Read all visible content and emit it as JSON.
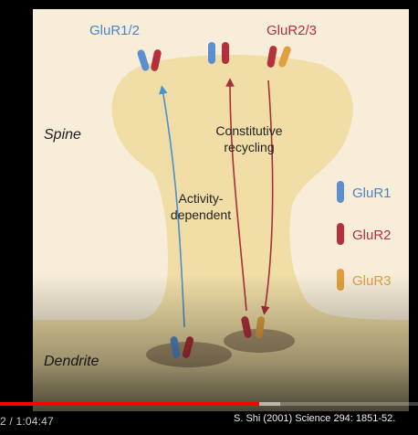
{
  "figure": {
    "label_glur12": "GluR1/2",
    "label_glur23": "GluR2/3",
    "label_spine": "Spine",
    "label_dendrite": "Dendrite",
    "label_constitutive_1": "Constitutive",
    "label_constitutive_2": "recycling",
    "label_activity_1": "Activity-",
    "label_activity_2": "dependent",
    "legend": [
      {
        "label": "GluR1",
        "color": "#5b8fcf"
      },
      {
        "label": "GluR2",
        "color": "#b5303a"
      },
      {
        "label": "GluR3",
        "color": "#e0a040"
      }
    ],
    "colors": {
      "background": "#f7edd8",
      "spine_fill": "#f0dea6",
      "blue_text": "#4a86c5",
      "red_text": "#b5303a",
      "blue_arrow": "#4a90d0",
      "red_arrow": "#a8303a",
      "ellipse": "#a08c68"
    }
  },
  "player": {
    "time": "2 / 1:04:47",
    "progress_fraction": 0.62,
    "buffer_fraction": 0.67,
    "citation": "S. Shi (2001) Science 294: 1851-52."
  }
}
